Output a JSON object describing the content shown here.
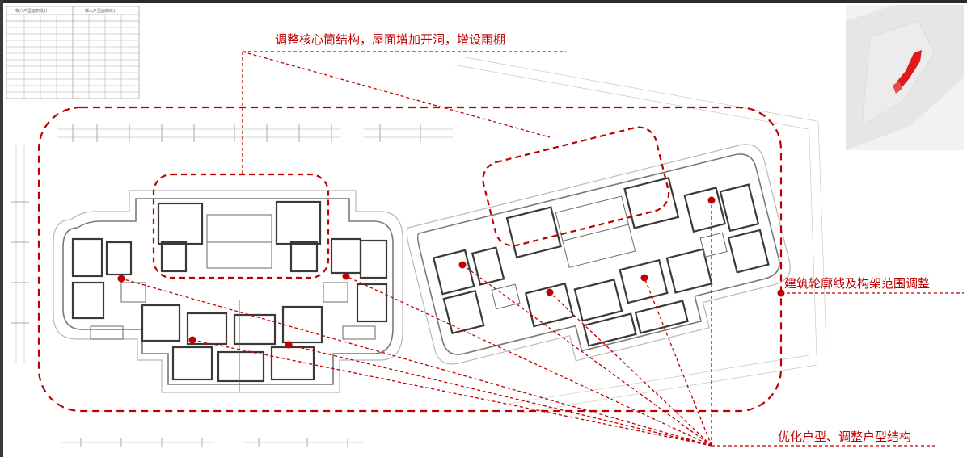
{
  "annotations": {
    "core": "调整核心筒结构，屋面增加开洞，增设雨棚",
    "outline": "建筑轮廓线及构架范围调整",
    "units": "优化户型、调整户型结构"
  },
  "colors": {
    "annotation": "#c00000",
    "linework": "#555555",
    "faint_linework": "#b8b8b8",
    "keyplan_red": "#e01818"
  },
  "table": {
    "title_left": "一梯六户型面积统计",
    "title_right": "一梯六户型面积统计"
  },
  "icons": {
    "keyplan": "site-key-plan-icon",
    "marker": "red-dot-marker-icon"
  }
}
